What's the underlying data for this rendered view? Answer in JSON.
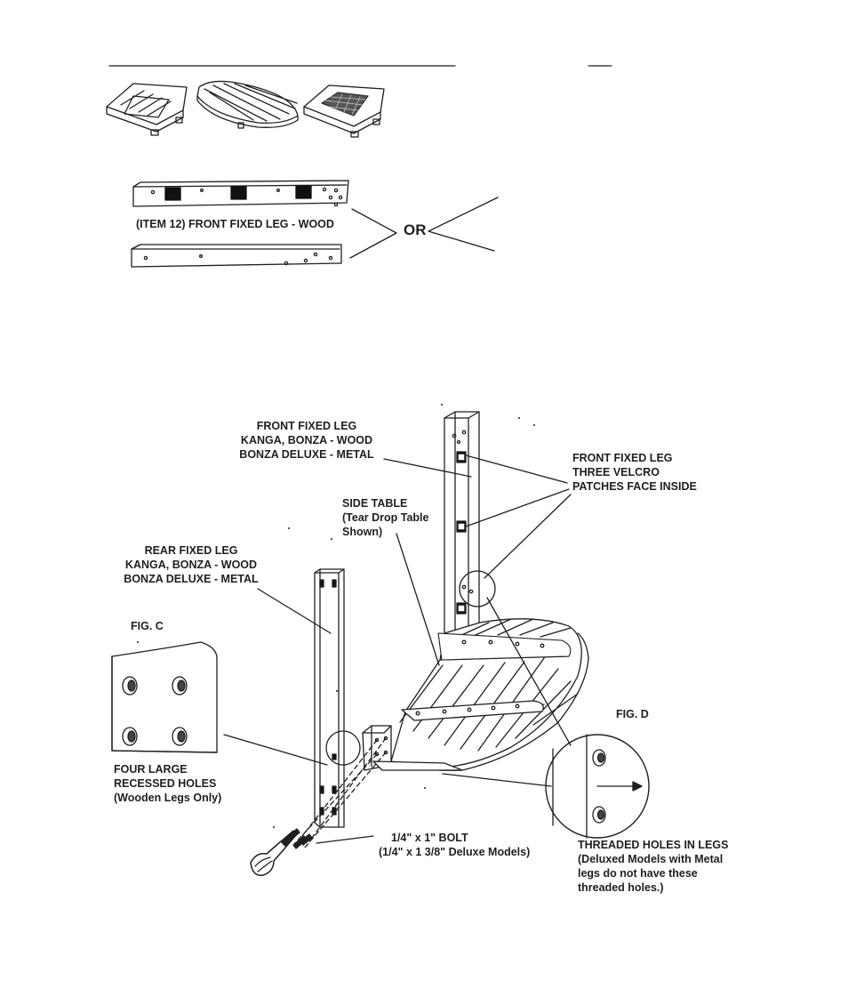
{
  "labels": {
    "item12_front_leg": "(ITEM 12) FRONT FIXED LEG - WOOD",
    "or": "OR",
    "front_fixed_leg": [
      "FRONT FIXED LEG",
      "KANGA, BONZA - WOOD",
      "BONZA DELUXE -  METAL"
    ],
    "velcro_note": [
      "FRONT FIXED LEG",
      "THREE VELCRO",
      "PATCHES FACE INSIDE"
    ],
    "side_table": [
      "SIDE TABLE",
      "(Tear Drop Table",
      "Shown)"
    ],
    "rear_fixed_leg": [
      "REAR FIXED LEG",
      "KANGA, BONZA - WOOD",
      "BONZA DELUXE - METAL"
    ],
    "fig_c": "FIG. C",
    "fig_d": "FIG. D",
    "recessed_holes": [
      "FOUR LARGE",
      "RECESSED HOLES",
      "(Wooden Legs Only)"
    ],
    "bolt": [
      "1/4\" x 1\" BOLT",
      "(1/4\" x 1 3/8\" Deluxe Models)"
    ],
    "threaded_holes": [
      "THREADED HOLES IN LEGS",
      "(Deluxed Models with Metal",
      "legs do not have these",
      "threaded holes.)"
    ]
  },
  "colors": {
    "ink": "#1f1f1f",
    "velcro": "#111111",
    "paper": "#ffffff"
  },
  "icons": [
    "screwdriver-icon",
    "bolt-icon",
    "arrow-right-icon"
  ]
}
